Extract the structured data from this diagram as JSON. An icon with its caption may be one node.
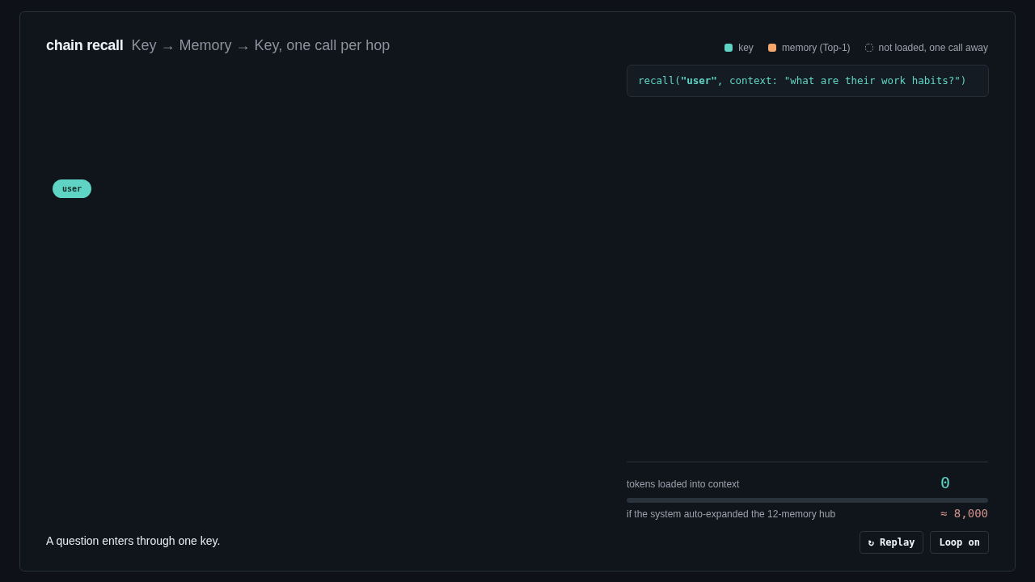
{
  "diagram": {
    "title": "chain recall",
    "caption": "A question enters through one key.",
    "nodes": [
      {
        "text": [
          "user"
        ]
      }
    ],
    "labels": [
      "Key → Memory → Key, one call per hop",
      "recall(**\"user\"**, context: \"what are their work habits?\")",
      "tokens loaded into context",
      "0",
      "if the system auto-expanded the 12-memory hub",
      "≈ 8,000",
      "↻ Replay",
      "Loop on"
    ],
    "legend": [
      {
        "text": "key",
        "color": "#5fd4c4"
      },
      {
        "text": "memory (Top-1)",
        "color": "#f4a86e"
      },
      {
        "text": "not loaded, one call away"
      }
    ]
  }
}
